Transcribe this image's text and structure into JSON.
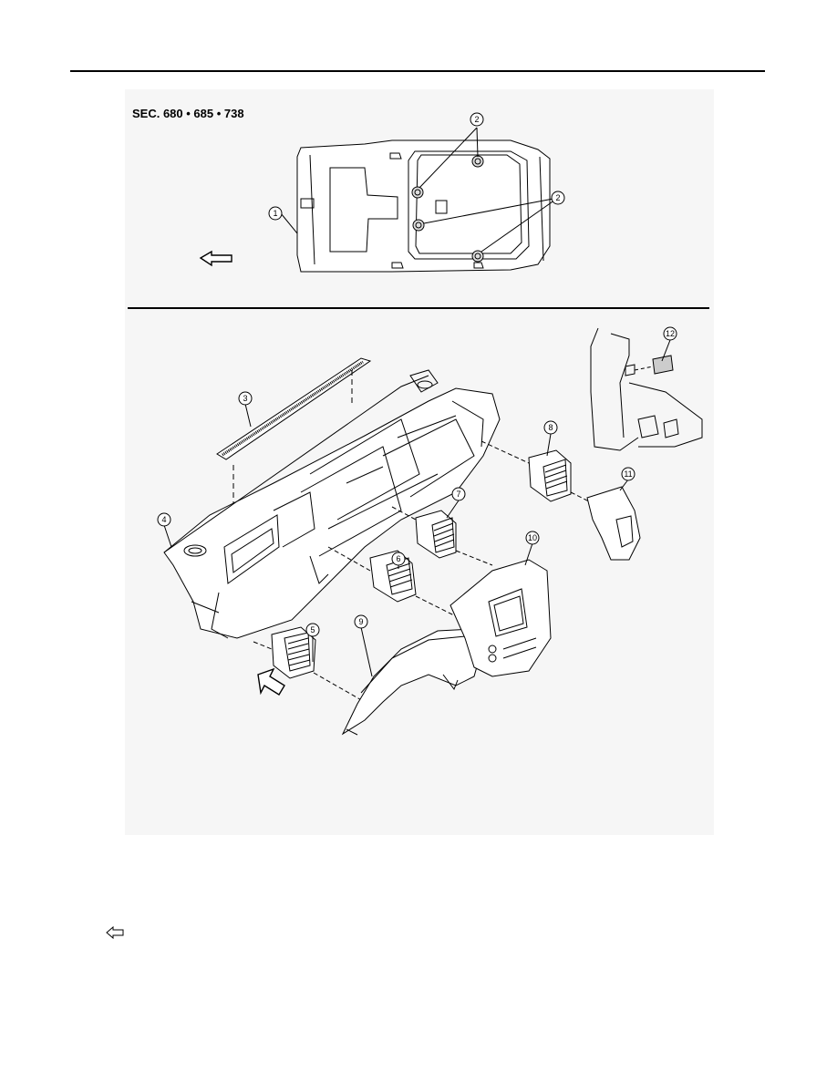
{
  "document": {
    "section_ref": "SEC. 680 • 685 • 738",
    "callouts": {
      "c1": "1",
      "c2a": "2",
      "c2b": "2",
      "c3": "3",
      "c4": "4",
      "c5": "5",
      "c6": "6",
      "c7": "7",
      "c8": "8",
      "c9": "9",
      "c10": "10",
      "c11": "11",
      "c12": "12"
    },
    "icons": {
      "front_arrow_top": "left-arrow-icon",
      "front_arrow_bottom": "diagonal-arrow-icon",
      "nav_back": "back-arrow-icon"
    }
  }
}
